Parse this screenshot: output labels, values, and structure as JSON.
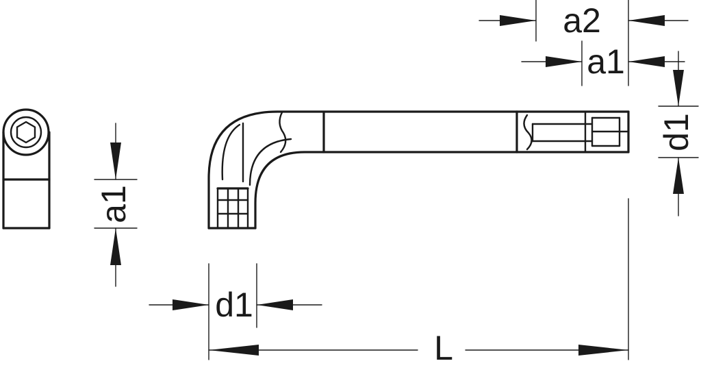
{
  "labels": {
    "a2_top": "a2",
    "a1_top": "a1",
    "d1_right": "d1",
    "a1_left": "a1",
    "d1_bottom": "d1",
    "length": "L"
  },
  "colors": {
    "line": "#1a1a1a",
    "background": "#ffffff"
  }
}
